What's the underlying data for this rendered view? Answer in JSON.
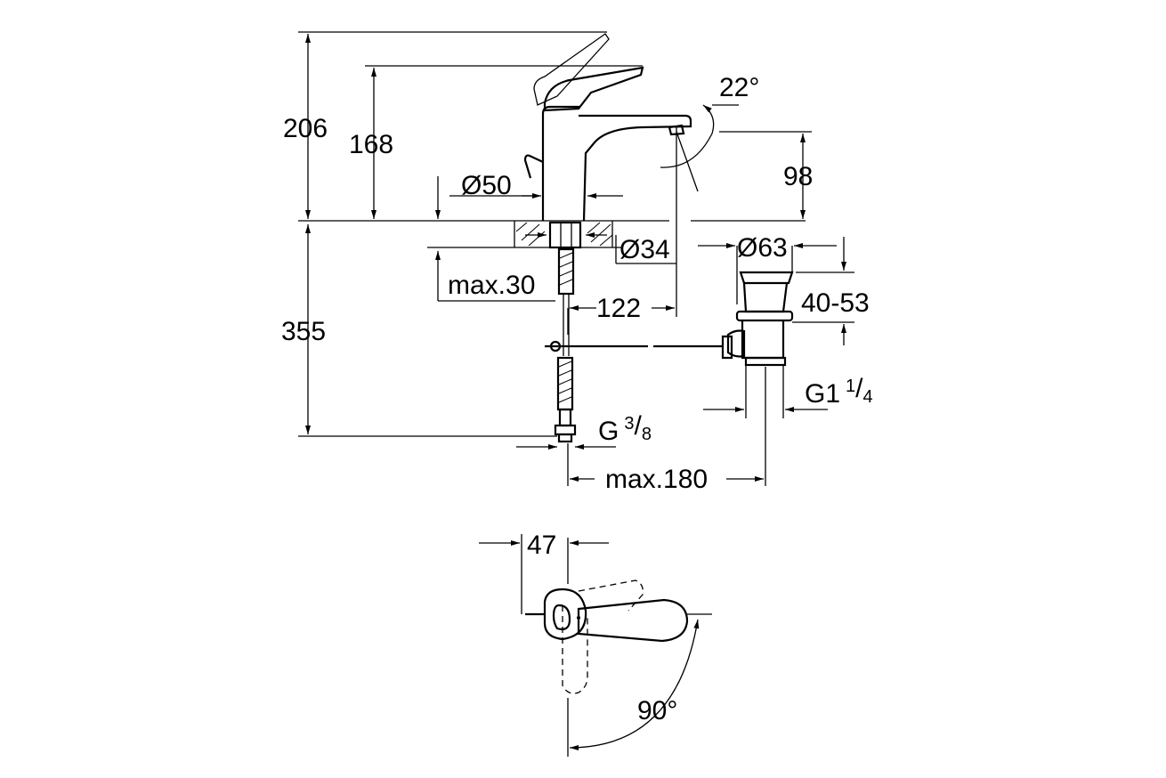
{
  "colors": {
    "line": "#000000",
    "background": "#ffffff"
  },
  "dimensions": {
    "total_height": "206",
    "lever_height": "168",
    "spout_height": "98",
    "spout_angle": "22°",
    "base_diameter": "Ø50",
    "hole_diameter": "Ø34",
    "max_thickness": "max.30",
    "below_counter": "355",
    "spout_reach": "122",
    "waste_diameter": "Ø63",
    "waste_range": "40-53",
    "waste_thread_prefix": "G1",
    "waste_thread_num": "1",
    "waste_thread_den": "4",
    "supply_thread_prefix": "G",
    "supply_thread_num": "3",
    "supply_thread_den": "8",
    "max_distance": "max.180",
    "lever_offset": "47",
    "rotation_angle": "90°"
  }
}
